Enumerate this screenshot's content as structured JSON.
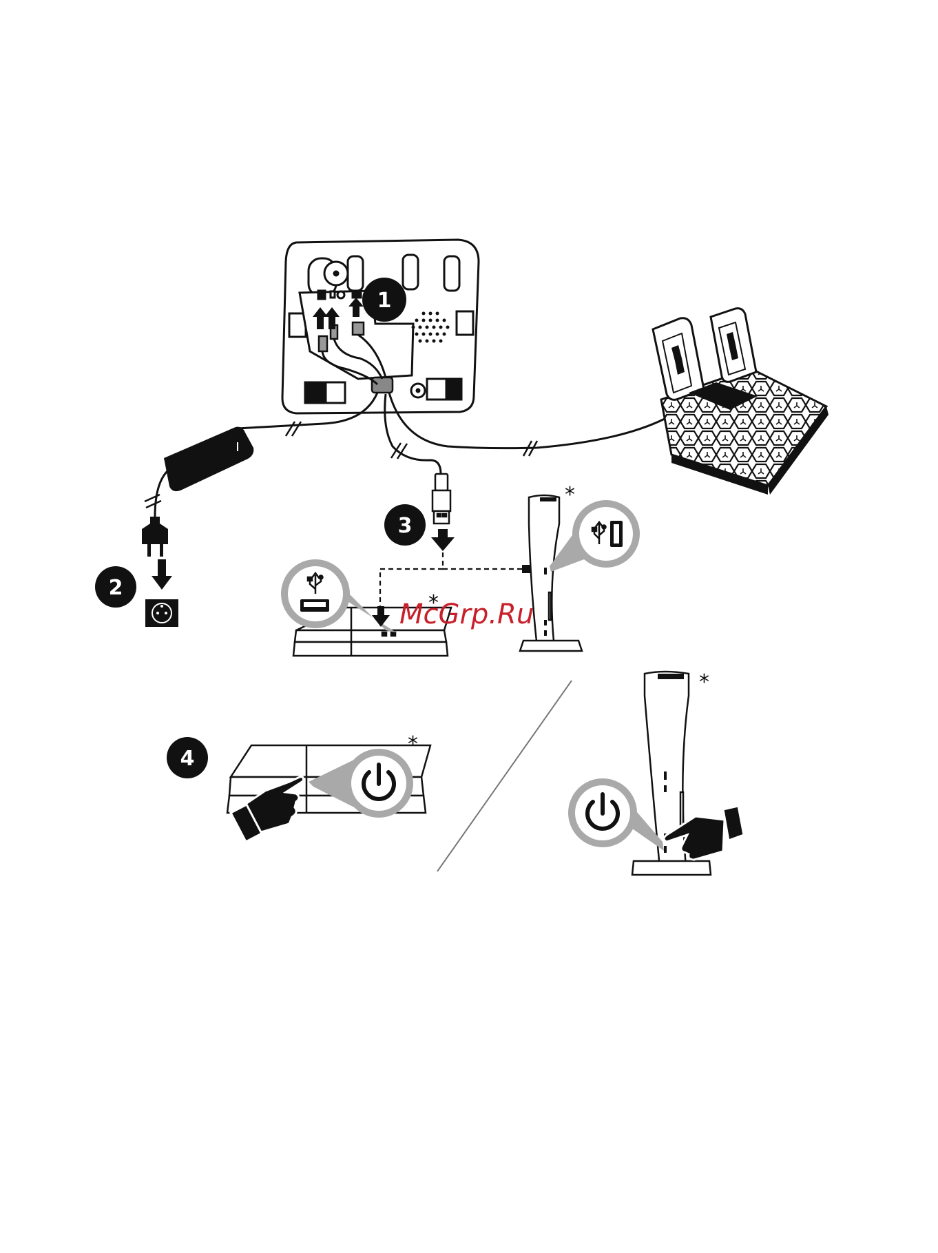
{
  "steps": [
    {
      "number": "1"
    },
    {
      "number": "2"
    },
    {
      "number": "3"
    },
    {
      "number": "4"
    }
  ],
  "asterisk": "*",
  "watermark": {
    "text": "McGrp.Ru",
    "color": "#c8202a"
  },
  "colors": {
    "ink": "#111111",
    "gray": "#a9a9a9",
    "paper": "#ffffff"
  },
  "icons": [
    "usb-icon",
    "power-icon",
    "hand-pointer-icon",
    "plug-icon",
    "wall-socket-icon",
    "arrow-down-icon",
    "arrow-up-icon"
  ]
}
